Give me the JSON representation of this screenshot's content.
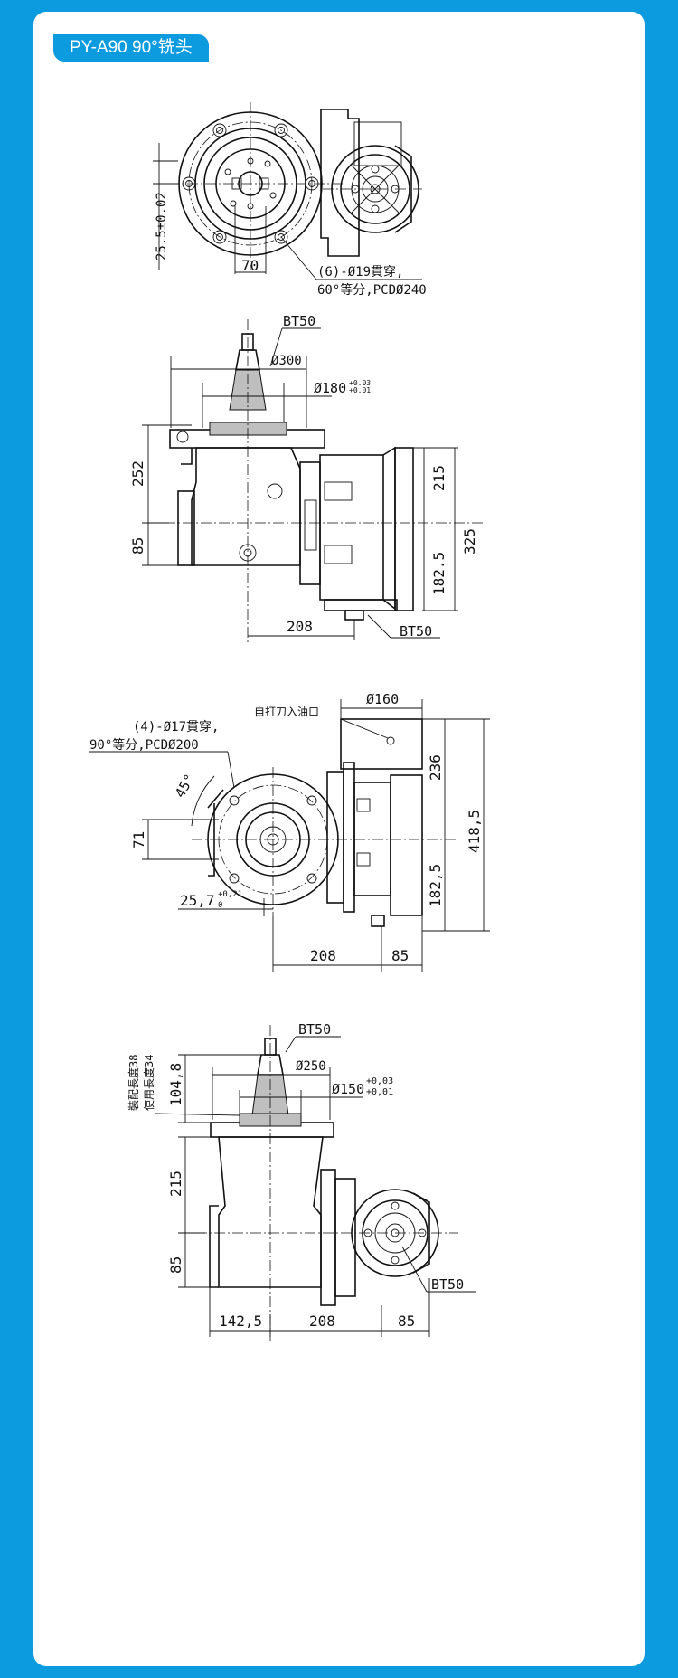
{
  "title": "PY-A90 90°铣头",
  "view1": {
    "dim_25_5": "25.5±0.02",
    "dim_70": "70",
    "note_line1": "(6)-Ø19貫穿,",
    "note_line2": "60°等分,PCDØ240"
  },
  "view2": {
    "bt50_top": "BT50",
    "d300": "Ø300",
    "d180": "Ø180",
    "d180_tol_up": "+0.03",
    "d180_tol_dn": "+0.01",
    "d252": "252",
    "d85": "85",
    "d215": "215",
    "d325": "325",
    "d182_5": "182.5",
    "d208": "208",
    "bt50_bottom": "BT50"
  },
  "view3": {
    "oil_label": "自打刀入油口",
    "d160": "Ø160",
    "note_line1": "(4)-Ø17貫穿,",
    "note_line2": "90°等分,PCDØ200",
    "angle45": "45°",
    "d71": "71",
    "d25_7": "25,7",
    "d25_7_up": "+0,21",
    "d25_7_dn": "0",
    "d236": "236",
    "d418_5": "418,5",
    "d182_5": "182,5",
    "d208": "208",
    "d85": "85"
  },
  "view4": {
    "bt50_top": "BT50",
    "d250": "Ø250",
    "d150": "Ø150",
    "d150_up": "+0,03",
    "d150_dn": "+0,01",
    "d104_8": "104,8",
    "assembly_len": "裝配長度38",
    "use_len": "使用長度34",
    "d215": "215",
    "d85": "85",
    "d142_5": "142,5",
    "d208": "208",
    "d85b": "85",
    "bt50_right": "BT50"
  }
}
